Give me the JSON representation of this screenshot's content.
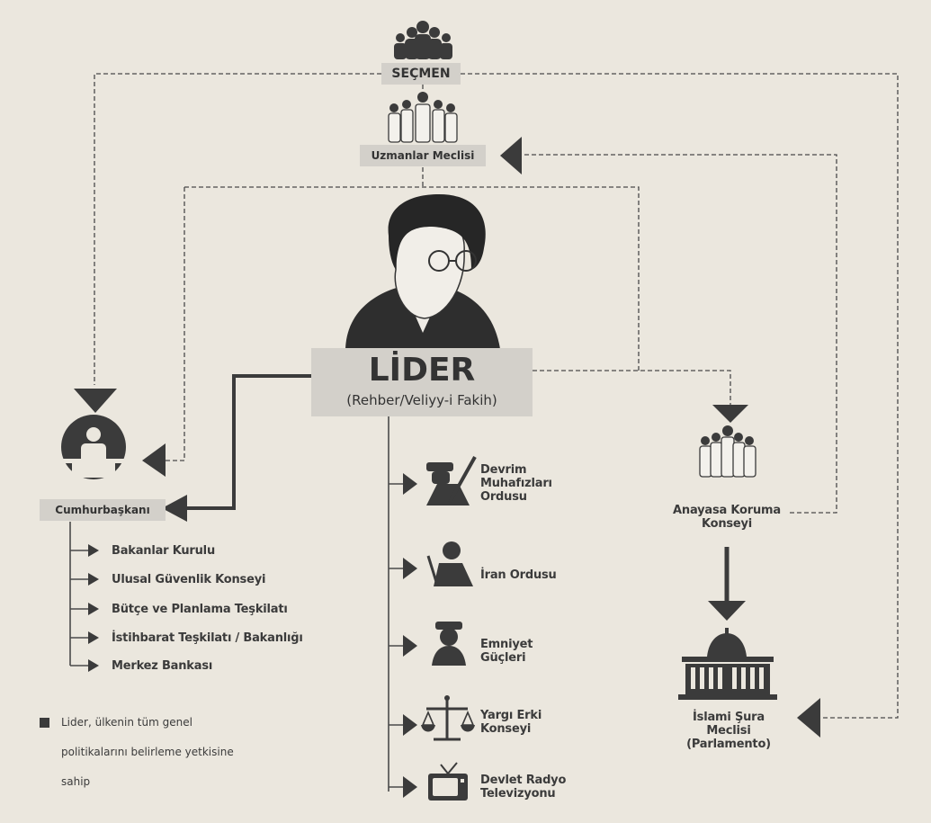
{
  "voters": {
    "label": "SEÇMEN",
    "icon": "crowd-icon"
  },
  "experts": {
    "label": "Uzmanlar Meclisi",
    "icon": "assembly-members-icon"
  },
  "leader": {
    "title": "LİDER",
    "subtitle": "(Rehber/Veliyy-i Fakih)",
    "icon": "cleric-portrait-icon"
  },
  "president": {
    "label": "Cumhurbaşkanı",
    "icon": "podium-speaker-icon",
    "items": [
      "Bakanlar Kurulu",
      "Ulusal Güvenlik Konseyi",
      "Bütçe ve Planlama Teşkilatı",
      "İstihbarat Teşkilatı / Bakanlığı",
      "Merkez Bankası"
    ]
  },
  "leader_bodies": [
    {
      "line1": "Devrim",
      "line2": "Muhafızları",
      "line3": "Ordusu",
      "icon": "soldier-icon"
    },
    {
      "line1": "İran Ordusu",
      "line2": "",
      "line3": "",
      "icon": "army-soldier-icon"
    },
    {
      "line1": "Emniyet",
      "line2": "Güçleri",
      "line3": "",
      "icon": "police-officer-icon"
    },
    {
      "line1": "Yargı Erki",
      "line2": "Konseyi",
      "line3": "",
      "icon": "scales-icon"
    },
    {
      "line1": "Devlet Radyo",
      "line2": "Televizyonu",
      "line3": "",
      "icon": "television-icon"
    }
  ],
  "guardian": {
    "line1": "Anayasa Koruma",
    "line2": "Konseyi",
    "icon": "council-members-icon"
  },
  "parliament": {
    "line1": "İslami Şura",
    "line2": "Meclisi",
    "line3": "(Parlamento)",
    "icon": "parliament-building-icon"
  },
  "note": {
    "line1": "Lider, ülkenin tüm genel",
    "line2": "politikalarını belirleme yetkisine",
    "line3": "sahip"
  },
  "colors": {
    "dark": "#3b3b3b",
    "tag_bg": "#d3d0ca",
    "background": "#ebe7de"
  }
}
